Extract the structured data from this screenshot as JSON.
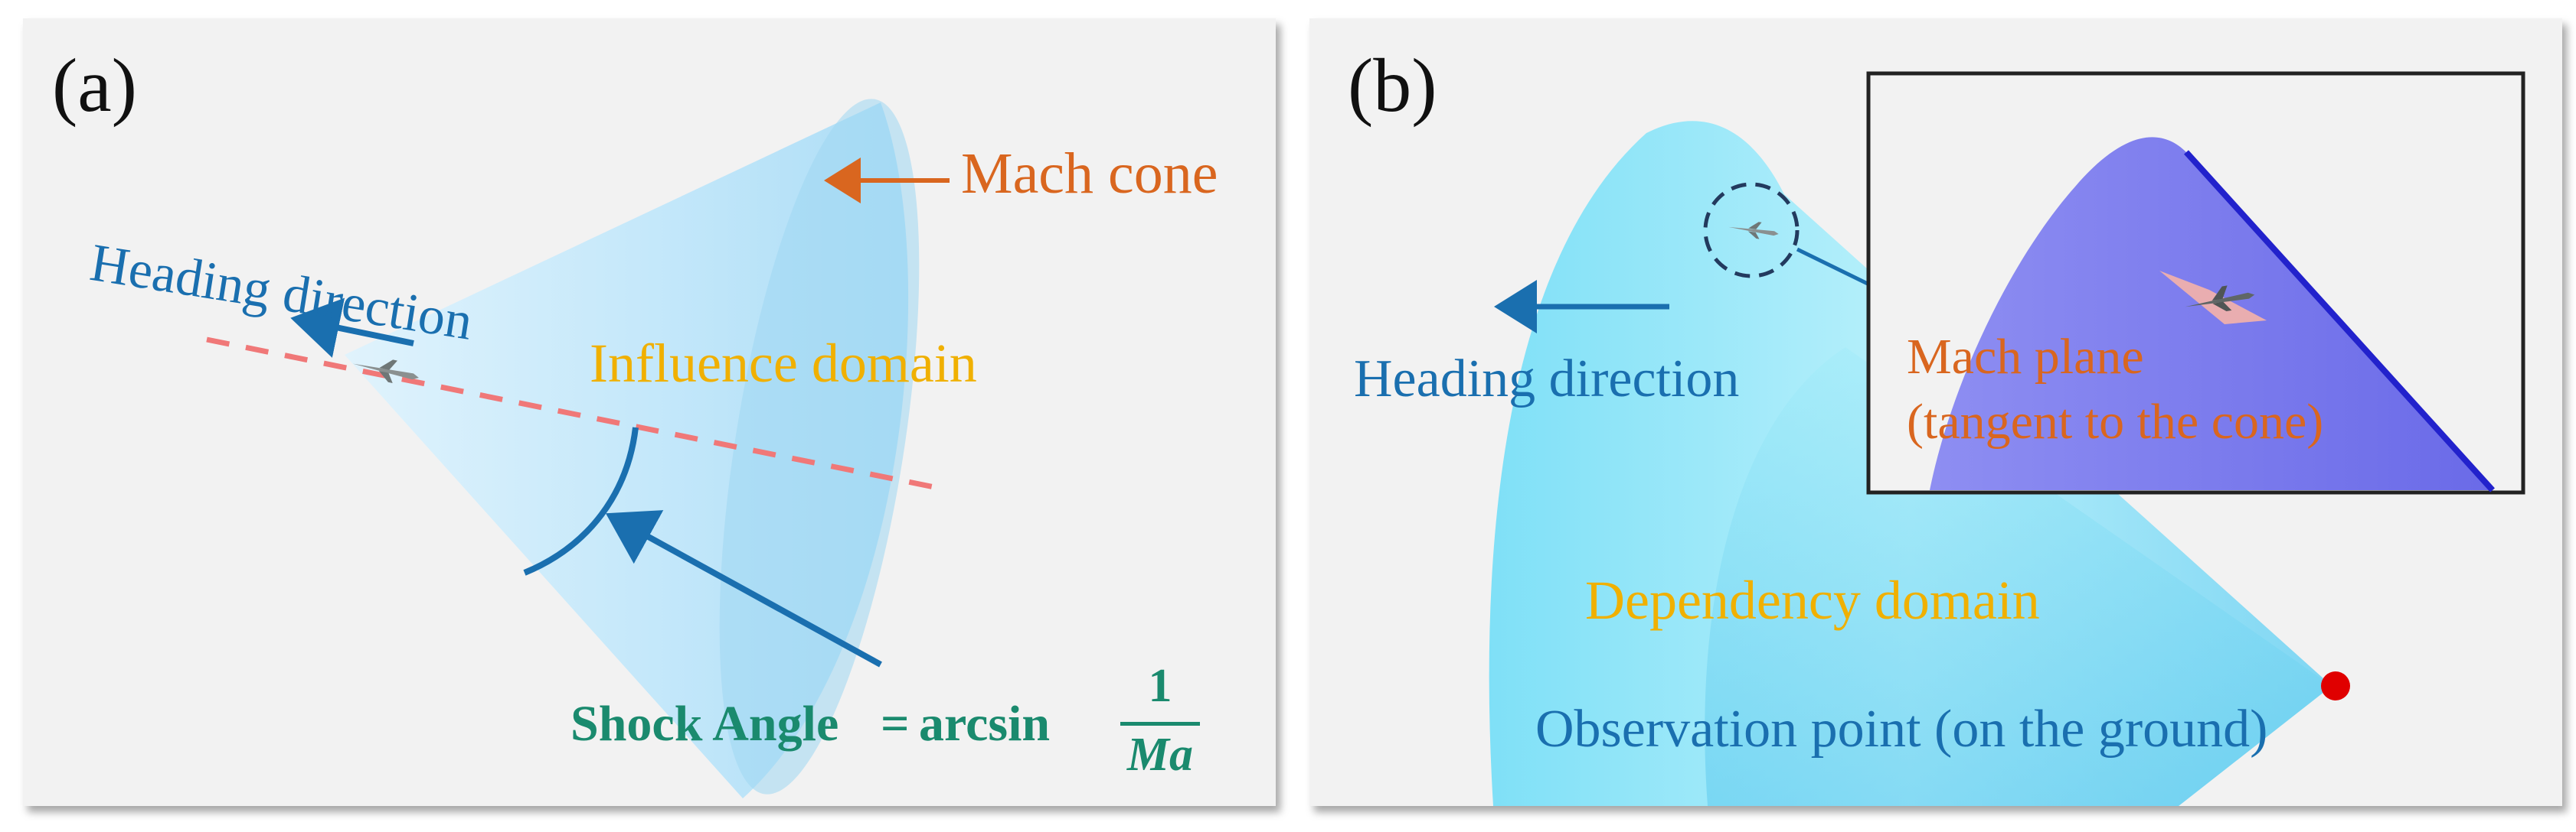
{
  "panel_a": {
    "label": "(a)",
    "mach_cone": "Mach cone",
    "heading_direction": "Heading direction",
    "influence_domain": "Influence domain",
    "shock_angle": "Shock Angle",
    "equals": "=",
    "arcsin": "arcsin",
    "numerator": "1",
    "denominator": "Ma"
  },
  "panel_b": {
    "label": "(b)",
    "heading_direction": "Heading direction",
    "dependency_domain": "Dependency domain",
    "observation_point": "Observation point (on the ground)",
    "mach_plane_line1": "Mach plane",
    "mach_plane_line2": "(tangent to the cone)"
  },
  "colors": {
    "cone_light": "#c8ecfb",
    "cone_dark": "#8fd4f5",
    "arrow_blue": "#1a6faf",
    "orange": "#d9661f",
    "yellow": "#f0b000",
    "teal": "#1a8a6e",
    "red_point": "#e00000",
    "mach_plane": "#7f7ff0"
  }
}
